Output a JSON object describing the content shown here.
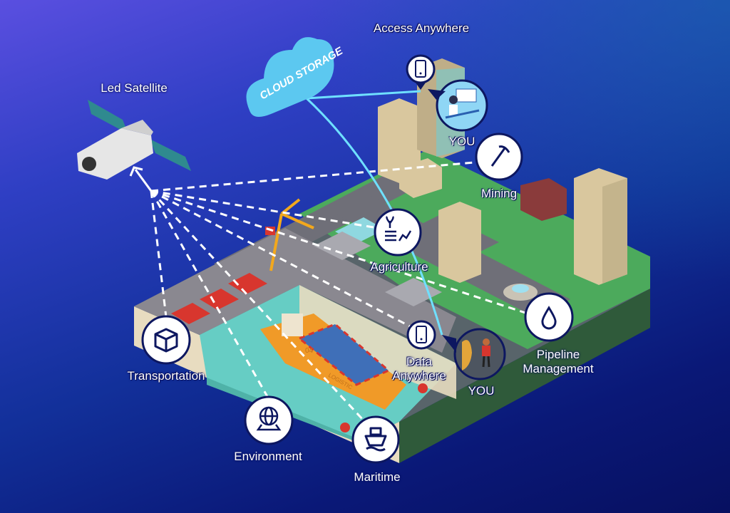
{
  "colors": {
    "background_top": "#5a4fe0",
    "background_bottom": "#071060",
    "icon_border": "#0d1760",
    "cloud": "#5cc8f0",
    "link_line": "#6fe0ff",
    "water": "#66cdc4"
  },
  "cloud": {
    "label": "CLOUD STORAGE",
    "icon": "cloud-icon"
  },
  "satellite": {
    "label": "Led Satellite",
    "icon": "satellite-icon"
  },
  "ship": {
    "label": "LOGISTIC",
    "number": "04"
  },
  "nodes": [
    {
      "id": "access",
      "label": "Access Anywhere",
      "icon": "smartphone-icon"
    },
    {
      "id": "you-office",
      "label": "YOU",
      "icon": "person-at-desk-icon"
    },
    {
      "id": "mining",
      "label": "Mining",
      "icon": "pickaxe-icon"
    },
    {
      "id": "agriculture",
      "label": "Agriculture",
      "icon": "plant-growth-icon"
    },
    {
      "id": "data",
      "label": "Data Anywhere",
      "icon": "smartphone-icon"
    },
    {
      "id": "you-field",
      "label": "YOU",
      "icon": "field-worker-icon"
    },
    {
      "id": "pipeline",
      "label": "Pipeline Management",
      "icon": "water-drop-icon"
    },
    {
      "id": "transportation",
      "label": "Transportation",
      "icon": "package-box-icon"
    },
    {
      "id": "environment",
      "label": "Environment",
      "icon": "globe-icon"
    },
    {
      "id": "maritime",
      "label": "Maritime",
      "icon": "ship-icon"
    }
  ]
}
